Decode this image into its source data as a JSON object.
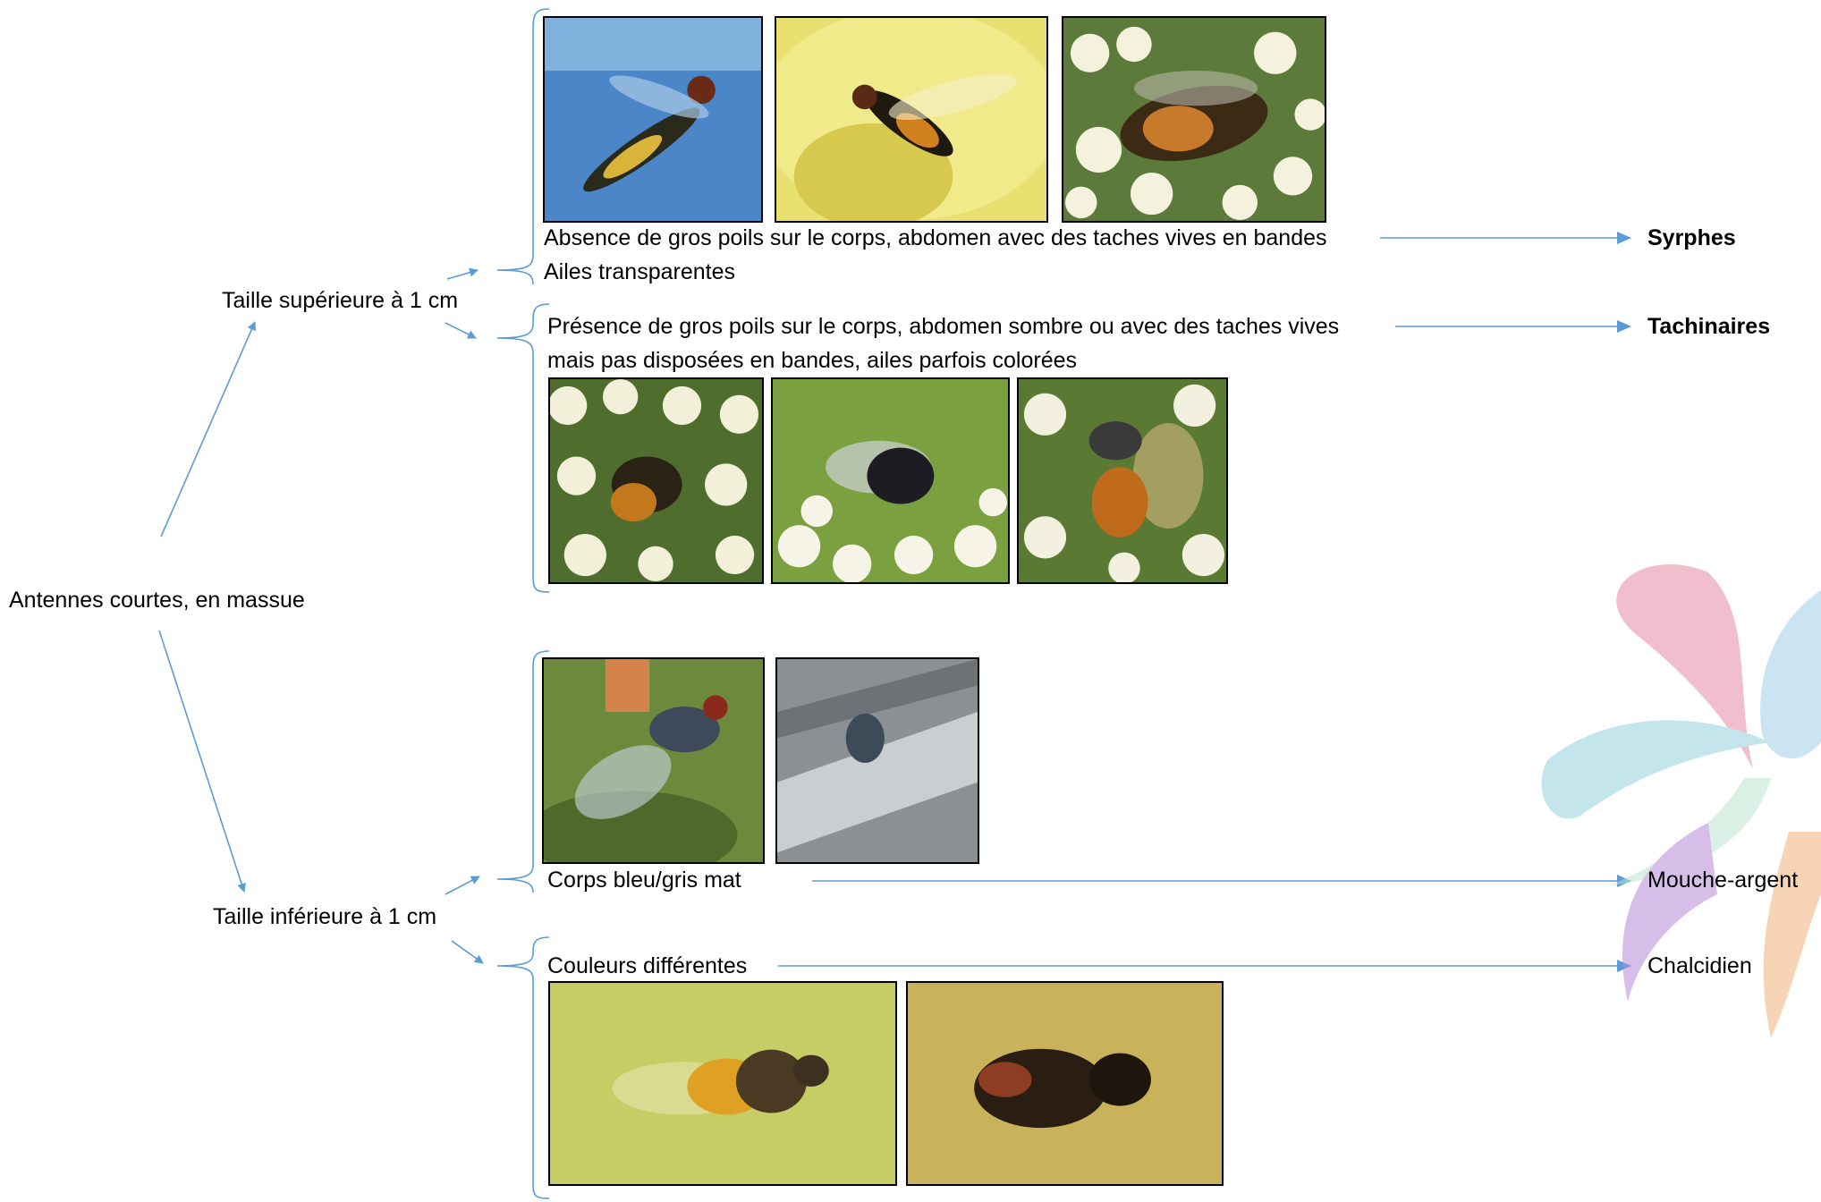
{
  "root": "Antennes courtes, en massue",
  "branches": {
    "large": "Taille supérieure à 1 cm",
    "small": "Taille inférieure à 1 cm"
  },
  "groups": {
    "syrphes": {
      "line1": "Absence de gros poils sur le corps, abdomen avec des taches vives en bandes",
      "line2": "Ailes transparentes",
      "result": "Syrphes"
    },
    "tachinaires": {
      "line1": "Présence de gros poils sur le corps, abdomen sombre ou avec des taches vives",
      "line2": "mais pas disposées en bandes, ailes parfois colorées",
      "result": "Tachinaires"
    },
    "mouche": {
      "line1": "Corps bleu/gris mat",
      "result": "Mouche-argent"
    },
    "chalcidien": {
      "line1": "Couleurs différentes",
      "result": "Chalcidien"
    }
  },
  "colors": {
    "arrow": "#5b9bd5",
    "bracket": "#5b9bd5",
    "text": "#000000"
  }
}
